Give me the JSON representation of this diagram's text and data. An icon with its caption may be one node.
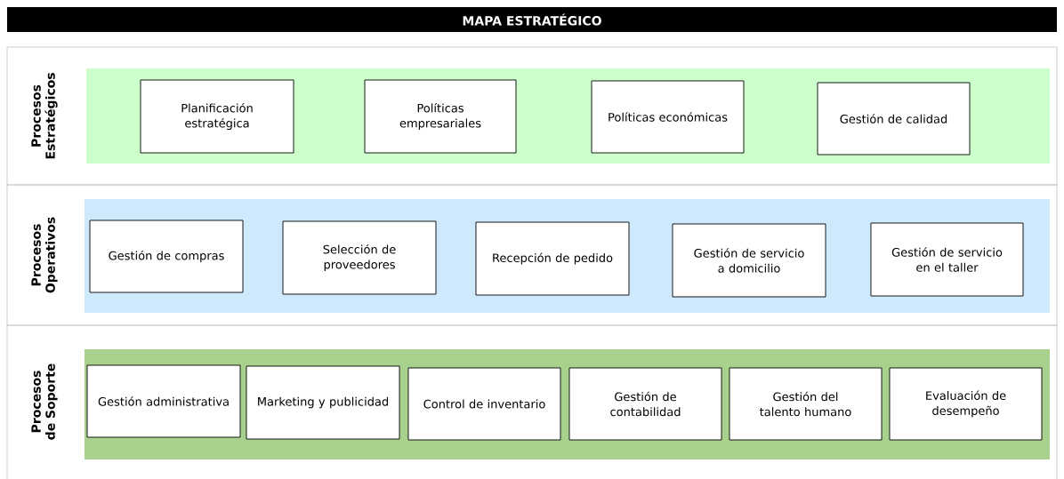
{
  "diagram": {
    "title": "MAPA ESTRATÉGICO",
    "nodes": [
      {
        "text": [
          "Procesos Estratégicos"
        ]
      },
      {
        "text": [],
        "shape": "band",
        "in": 0
      },
      {
        "text": [
          "Planificación estratégica"
        ],
        "in": 1
      },
      {
        "text": [
          "Políticas empresariales"
        ],
        "in": 1
      },
      {
        "text": [
          "Políticas económicas"
        ],
        "in": 1
      },
      {
        "text": [
          "Gestión de calidad"
        ],
        "in": 1
      },
      {
        "text": [
          "Procesos Operativos"
        ]
      },
      {
        "text": [],
        "shape": "band",
        "in": 6
      },
      {
        "text": [
          "Gestión de compras"
        ],
        "in": 7
      },
      {
        "text": [
          "Selección de proveedores"
        ],
        "in": 7
      },
      {
        "text": [
          "Recepción de pedido"
        ],
        "in": 7
      },
      {
        "text": [
          "Gestión de servicio a domicilio"
        ],
        "in": 7
      },
      {
        "text": [
          "Gestión de servicio en el taller"
        ],
        "in": 7
      },
      {
        "text": [
          "Procesos de Soporte"
        ]
      },
      {
        "text": [],
        "shape": "band",
        "in": 13
      },
      {
        "text": [
          "Gestión administrativa"
        ],
        "in": 14
      },
      {
        "text": [
          "Marketing y publicidad"
        ],
        "in": 14
      },
      {
        "text": [
          "Control de inventario"
        ],
        "in": 14
      },
      {
        "text": [
          "Gestión de contabilidad"
        ],
        "in": 14
      },
      {
        "text": [
          "Gestión del talento humano"
        ],
        "in": 14
      },
      {
        "text": [
          "Evaluación de desempeño"
        ],
        "in": 14
      }
    ]
  }
}
